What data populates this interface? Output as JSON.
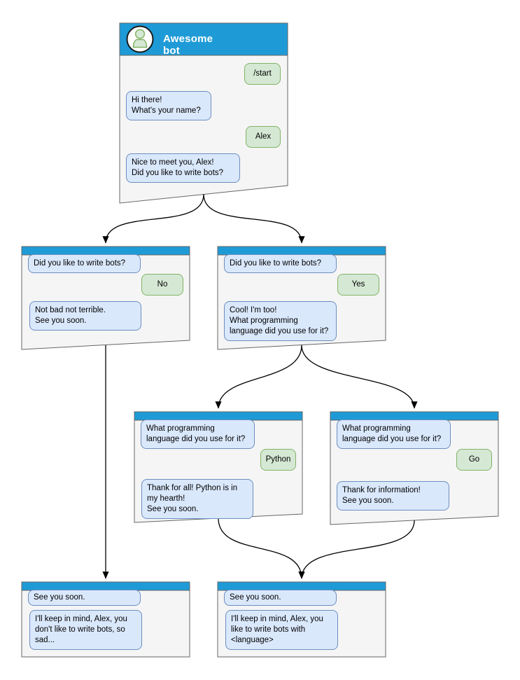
{
  "colors": {
    "header_fill": "#1E9BD7",
    "window_fill": "#F5F5F5",
    "window_border": "#666666",
    "bot_fill": "#DAE8FC",
    "bot_border": "#6C8EBF",
    "user_fill": "#D5E8D4",
    "user_border": "#82B366",
    "arrow_color": "#000000",
    "title_color": "#FFFFFF"
  },
  "root_window": {
    "title": "Awesome bot",
    "messages": {
      "start_command": "/start",
      "greeting": "Hi there!\nWhat's your name?",
      "name_reply": "Alex",
      "bots_question": "Nice to meet you, Alex!\nDid you like to write bots?"
    }
  },
  "no_branch": {
    "question": "Did you like to write bots?",
    "answer": "No",
    "response": "Not bad not terrible.\nSee you soon."
  },
  "yes_branch": {
    "question": "Did you like to write bots?",
    "answer": "Yes",
    "response": "Cool! I'm too!\nWhat programming\nlanguage did you use for it?"
  },
  "python_branch": {
    "question": "What programming\nlanguage did you use for it?",
    "answer": "Python",
    "response": "Thank for all! Python is in\nmy hearth!\nSee you soon."
  },
  "go_branch": {
    "question": "What programming\nlanguage did you use for it?",
    "answer": "Go",
    "response": "Thank for information!\nSee you soon."
  },
  "sad_ending": {
    "farewell": "See you soon.",
    "summary": "I'll keep in mind, Alex, you\ndon't like to write bots, so\nsad..."
  },
  "happy_ending": {
    "farewell": "See you soon.",
    "summary": "I'll keep in mind, Alex, you\nlike to write bots with\n<language>"
  }
}
